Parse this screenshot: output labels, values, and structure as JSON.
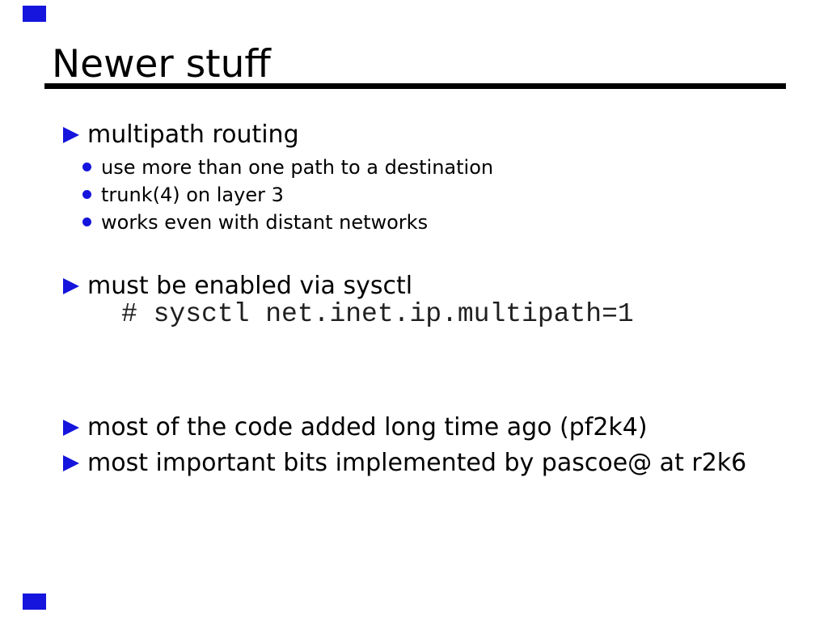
{
  "slide": {
    "title": "Newer stuff",
    "accent_color": "#1515dd",
    "text_color": "#000000",
    "code_color": "#1f1f1f",
    "bullets": [
      {
        "level": 1,
        "text": "multipath routing"
      },
      {
        "level": 2,
        "text": "use more than one path to a destination"
      },
      {
        "level": 2,
        "text": "trunk(4) on layer 3"
      },
      {
        "level": 2,
        "text": "works even with distant networks"
      },
      {
        "level": 1,
        "text": "must be enabled via sysctl"
      },
      {
        "level": 1,
        "text": "most of the code added long time ago (pf2k4)"
      },
      {
        "level": 1,
        "text": "most important bits implemented by pascoe@ at r2k6"
      }
    ],
    "code_line": "# sysctl net.inet.ip.multipath=1"
  }
}
